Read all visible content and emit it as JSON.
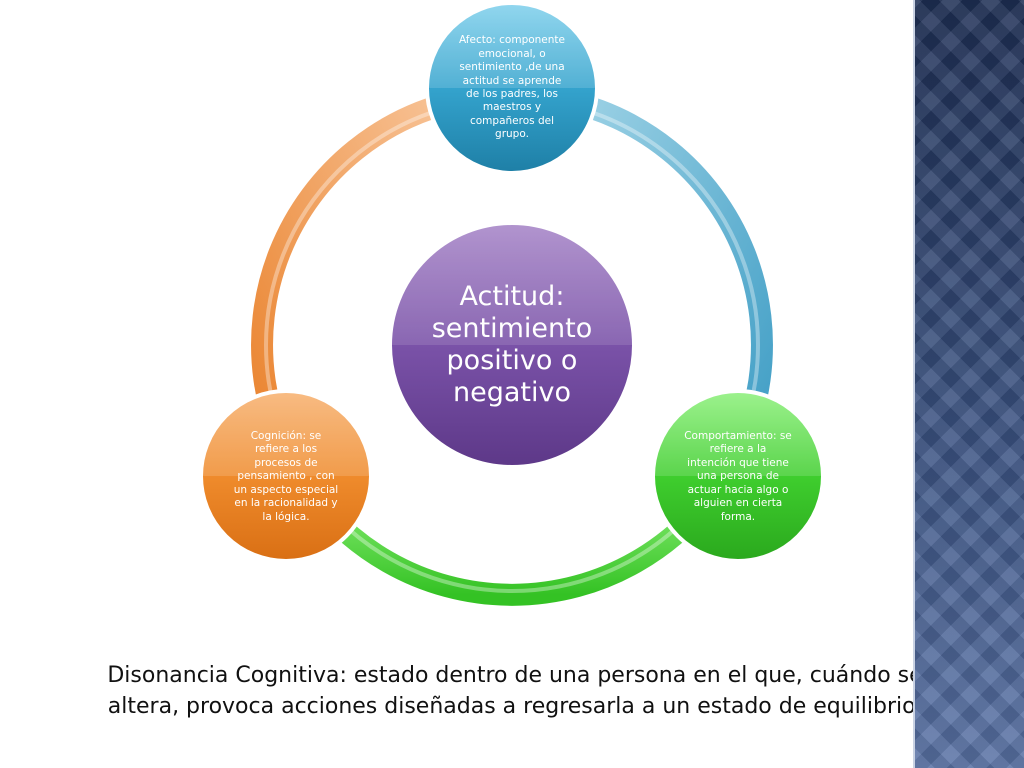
{
  "diagram": {
    "center": {
      "text": "Actitud:\nsentimiento\npositivo o\nnegativo",
      "color": "#7a4fa3"
    },
    "nodes": [
      {
        "id": "afecto",
        "text": "Afecto: componente\nemocional, o\nsentimiento ,de una\nactitud se aprende\nde los padres, los\nmaestros y\ncompañeros del\ngrupo.",
        "color": "#2f9bc4"
      },
      {
        "id": "comportamiento",
        "text": "Comportamiento: se\nrefiere a la\nintención que tiene\nuna  persona de\nactuar hacia algo o\nalguien en cierta\nforma.",
        "color": "#3fc531"
      },
      {
        "id": "cognicion",
        "text": "Cognición: se\nrefiere  a los\nprocesos de\npensamiento , con\nun aspecto especial\nen la racionalidad y\nla lógica.",
        "color": "#ef8b2c"
      }
    ],
    "ring_colors": {
      "blue": "#5aaccd",
      "green": "#4fd33c",
      "orange": "#f0a062"
    }
  },
  "caption": "Disonancia Cognitiva: estado dentro de una persona en el que, cuándo se altera, provoca acciones diseñadas a regresarla a un estado de equilibrio."
}
